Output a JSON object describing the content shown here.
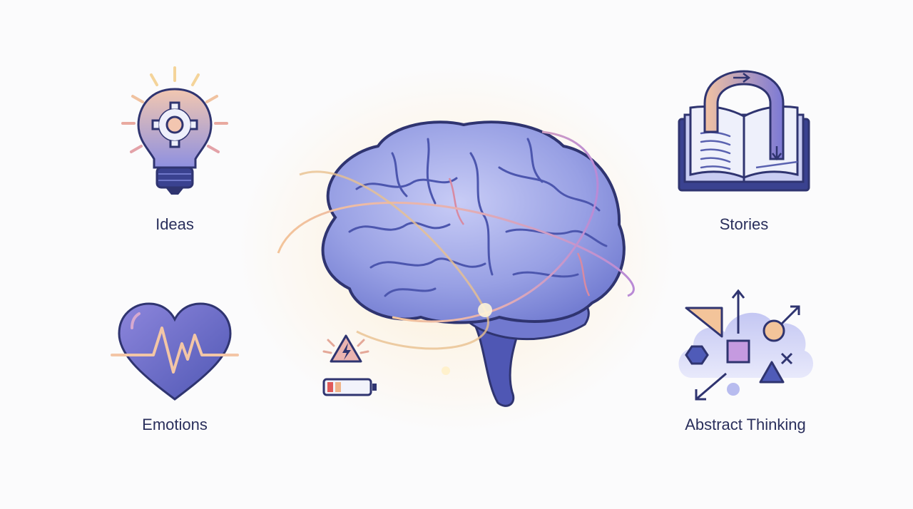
{
  "diagram": {
    "center": {
      "name": "brain",
      "status_icons": [
        "warning-lightning-icon",
        "low-battery-icon"
      ]
    },
    "items": [
      {
        "label": "Ideas",
        "icon": "lightbulb-gear-icon"
      },
      {
        "label": "Stories",
        "icon": "open-book-arrow-icon"
      },
      {
        "label": "Emotions",
        "icon": "heart-pulse-icon"
      },
      {
        "label": "Abstract Thinking",
        "icon": "cloud-shapes-icon"
      }
    ]
  },
  "colors": {
    "outline": "#2f3470",
    "brain": "#8b93dc",
    "accent_peach": "#f3c49a",
    "accent_purple": "#b48ad8",
    "background": "#fbfbfc"
  }
}
